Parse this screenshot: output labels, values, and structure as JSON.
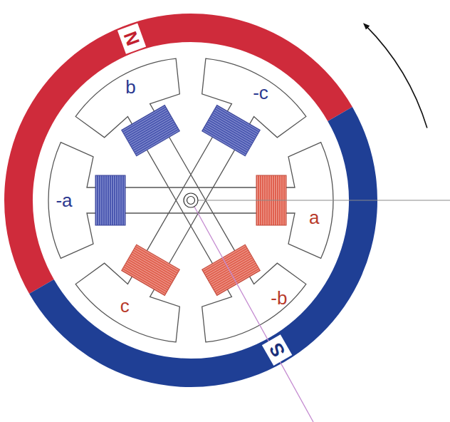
{
  "diagram": {
    "labels": [
      "N",
      "S",
      "b",
      "-c",
      "-a",
      "a",
      "c",
      "-b"
    ]
  }
}
